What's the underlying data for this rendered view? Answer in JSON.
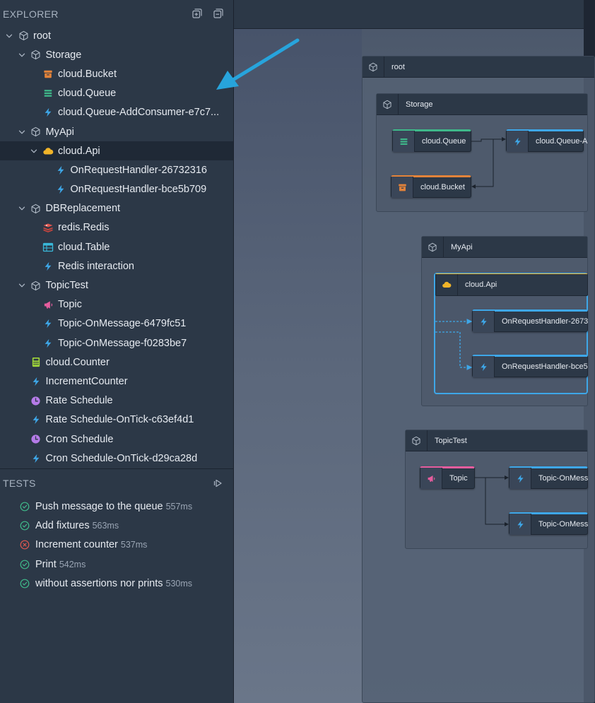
{
  "explorer": {
    "title": "EXPLORER",
    "items": [
      {
        "label": "root",
        "depth": 0,
        "chevron": "open",
        "icon": "cube-icon"
      },
      {
        "label": "Storage",
        "depth": 1,
        "chevron": "open",
        "icon": "cube-icon"
      },
      {
        "label": "cloud.Bucket",
        "depth": 2,
        "icon": "bucket-icon"
      },
      {
        "label": "cloud.Queue",
        "depth": 2,
        "icon": "queue-icon"
      },
      {
        "label": "cloud.Queue-AddConsumer-e7c7...",
        "depth": 2,
        "icon": "function-icon"
      },
      {
        "label": "MyApi",
        "depth": 1,
        "chevron": "open",
        "icon": "cube-icon"
      },
      {
        "label": "cloud.Api",
        "depth": 2,
        "chevron": "open",
        "icon": "api-icon",
        "selected": true
      },
      {
        "label": "OnRequestHandler-26732316",
        "depth": 3,
        "icon": "function-icon"
      },
      {
        "label": "OnRequestHandler-bce5b709",
        "depth": 3,
        "icon": "function-icon"
      },
      {
        "label": "DBReplacement",
        "depth": 1,
        "chevron": "open",
        "icon": "cube-icon"
      },
      {
        "label": "redis.Redis",
        "depth": 2,
        "icon": "redis-icon"
      },
      {
        "label": "cloud.Table",
        "depth": 2,
        "icon": "table-icon"
      },
      {
        "label": "Redis interaction",
        "depth": 2,
        "icon": "function-icon"
      },
      {
        "label": "TopicTest",
        "depth": 1,
        "chevron": "open",
        "icon": "cube-icon"
      },
      {
        "label": "Topic",
        "depth": 2,
        "icon": "topic-icon"
      },
      {
        "label": "Topic-OnMessage-6479fc51",
        "depth": 2,
        "icon": "function-icon"
      },
      {
        "label": "Topic-OnMessage-f0283be7",
        "depth": 2,
        "icon": "function-icon"
      },
      {
        "label": "cloud.Counter",
        "depth": 1,
        "icon": "counter-icon"
      },
      {
        "label": "IncrementCounter",
        "depth": 1,
        "icon": "function-icon"
      },
      {
        "label": "Rate Schedule",
        "depth": 1,
        "icon": "schedule-icon"
      },
      {
        "label": "Rate Schedule-OnTick-c63ef4d1",
        "depth": 1,
        "icon": "function-icon"
      },
      {
        "label": "Cron Schedule",
        "depth": 1,
        "icon": "schedule-icon"
      },
      {
        "label": "Cron Schedule-OnTick-d29ca28d",
        "depth": 1,
        "icon": "function-icon"
      }
    ]
  },
  "tests": {
    "title": "TESTS",
    "items": [
      {
        "label": "Push message to the queue",
        "duration": "557ms",
        "status": "pass"
      },
      {
        "label": "Add fixtures",
        "duration": "563ms",
        "status": "pass"
      },
      {
        "label": "Increment counter",
        "duration": "537ms",
        "status": "fail"
      },
      {
        "label": "Print",
        "duration": "542ms",
        "status": "pass"
      },
      {
        "label": "without assertions nor prints",
        "duration": "530ms",
        "status": "pass"
      }
    ]
  },
  "canvas": {
    "root_label": "root",
    "storage_label": "Storage",
    "storage_nodes": {
      "queue": "cloud.Queue",
      "consumer": "cloud.Queue-A",
      "bucket": "cloud.Bucket"
    },
    "myapi_label": "MyApi",
    "api_label": "cloud.Api",
    "api_nodes": {
      "h1": "OnRequestHandler-2673",
      "h2": "OnRequestHandler-bce5"
    },
    "topictest_label": "TopicTest",
    "topic_nodes": {
      "topic": "Topic",
      "m1": "Topic-OnMess",
      "m2": "Topic-OnMess"
    }
  },
  "colors": {
    "accent_blue": "#3ea7e8",
    "bucket_orange": "#e3833a",
    "queue_green": "#3fb98a",
    "api_yellow": "#f0b429",
    "topic_pink": "#e65d9e",
    "redis_red": "#e0574f",
    "table_cyan": "#39b8d9",
    "counter_lime": "#9fd63a",
    "schedule_purple": "#b57be8",
    "pass_green": "#3fb98a",
    "fail_red": "#e0574f"
  }
}
